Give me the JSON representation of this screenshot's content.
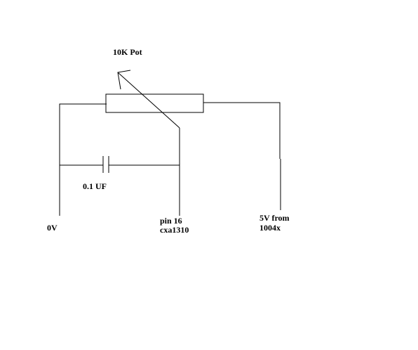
{
  "diagram": {
    "labels": {
      "pot": "10K Pot",
      "capacitor": "0.1 UF",
      "ground": "0V",
      "pin_line1": "pin 16",
      "pin_line2": "cxa1310",
      "supply_line1": "5V from",
      "supply_line2": "1004x"
    },
    "colors": {
      "line": "#000000",
      "background": "#ffffff"
    }
  }
}
